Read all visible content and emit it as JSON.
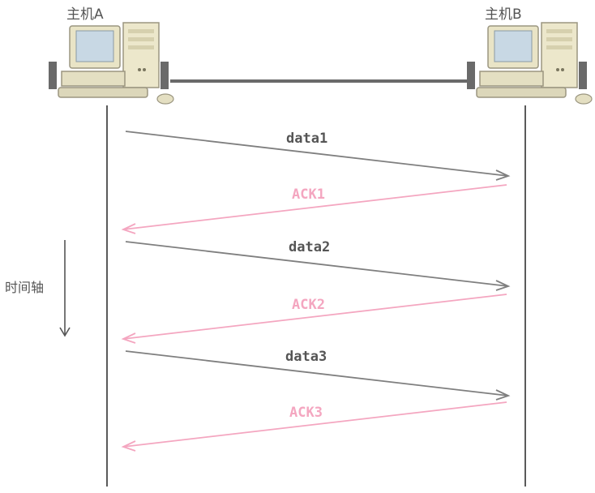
{
  "hosts": {
    "a": {
      "label": "主机A"
    },
    "b": {
      "label": "主机B"
    }
  },
  "time_axis": {
    "label": "时间轴"
  },
  "messages": [
    {
      "label": "data1"
    },
    {
      "label": "ACK1"
    },
    {
      "label": "data2"
    },
    {
      "label": "ACK2"
    },
    {
      "label": "data3"
    },
    {
      "label": "ACK3"
    }
  ],
  "colors": {
    "data": "#7f7f7f",
    "ack": "#f4a6c0",
    "lifeline": "#5a5a5a"
  }
}
